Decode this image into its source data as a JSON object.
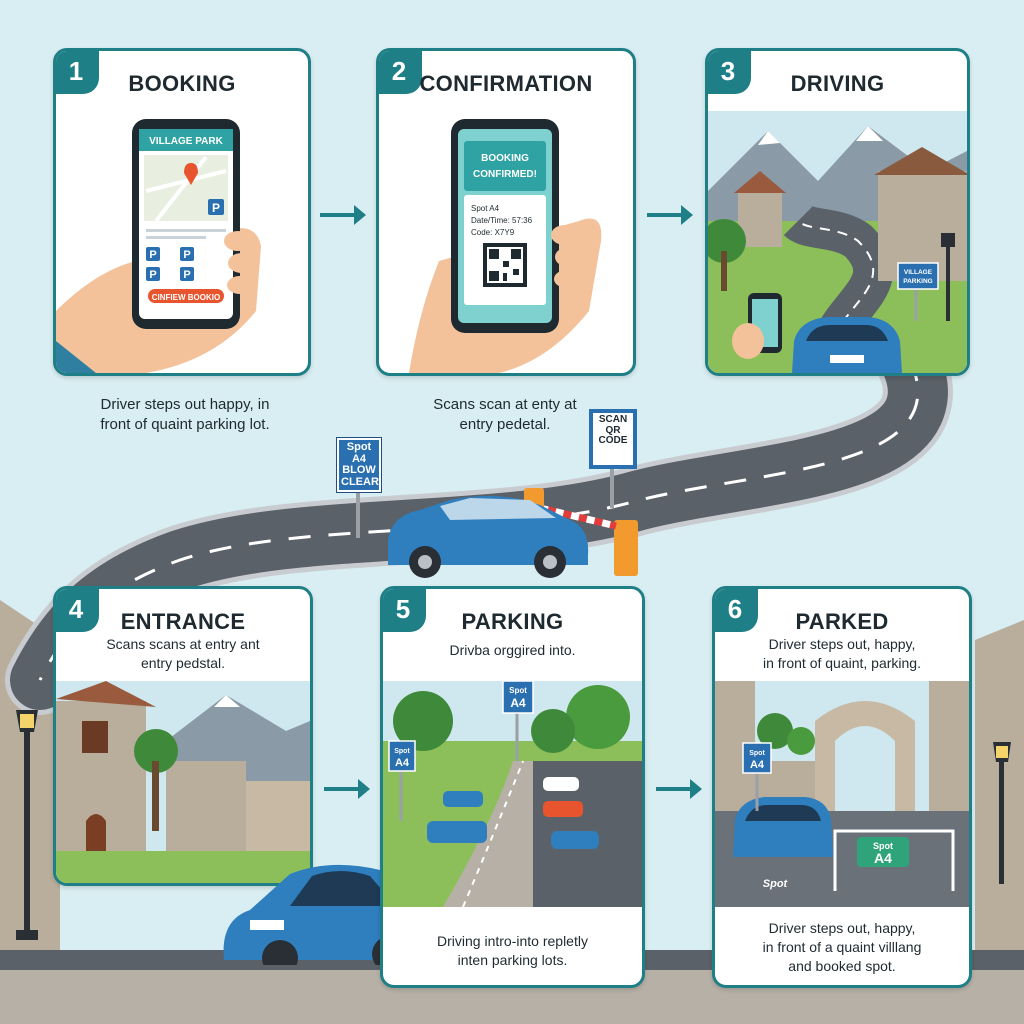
{
  "colors": {
    "teal": "#1f7f86",
    "sky": "#d9eef2",
    "road": "#5b6168",
    "car_blue": "#2f7fbf",
    "sign_blue": "#2a6fb0",
    "spot_green": "#2fa37a"
  },
  "steps": [
    {
      "number": "1",
      "title": "BOOKING",
      "phone": {
        "header": "VILLAGE PARK",
        "button": "CINFIEW BOOKIO"
      },
      "caption": "Driver steps out happy, in\nfront of quaint parking lot."
    },
    {
      "number": "2",
      "title": "CONFIRMATION",
      "phone": {
        "banner": "BOOKING\nCONFIRMED!",
        "line1": "Spot A4",
        "line2": "Date/Time: 57:36",
        "line3": "Code: X7Y9"
      },
      "caption": "Scans scan at enty at\nentry pedetal."
    },
    {
      "number": "3",
      "title": "DRIVING",
      "sign": "VILLAGE\nPARKING"
    },
    {
      "number": "4",
      "title": "ENTRANCE",
      "text": "Scans scans at entry ant\nentry pedstal."
    },
    {
      "number": "5",
      "title": "PARKING",
      "text": "Drivba orggired into.",
      "bottom_text": "Driving intro-into repletly\ninten parking lots.",
      "sign": "Spot\nA4"
    },
    {
      "number": "6",
      "title": "PARKED",
      "text": "Driver steps out, happy,\nin front of quaint, parking.",
      "bottom_text": "Driver steps out, happy,\nin front of a quaint villlang\nand booked spot.",
      "sign": "Spot\nA4",
      "spot_label": "Spot\nA4",
      "ground_label": "Spot"
    }
  ],
  "road_signs": {
    "spot": "Spot\nA4\nBLOW CLEAR",
    "scan": "SCAN\nQR\nCODE"
  },
  "icons": [
    "arrow-right-icon",
    "map-pin-icon",
    "parking-icon",
    "qr-code-icon",
    "street-lamp-icon",
    "barrier-gate-icon"
  ]
}
